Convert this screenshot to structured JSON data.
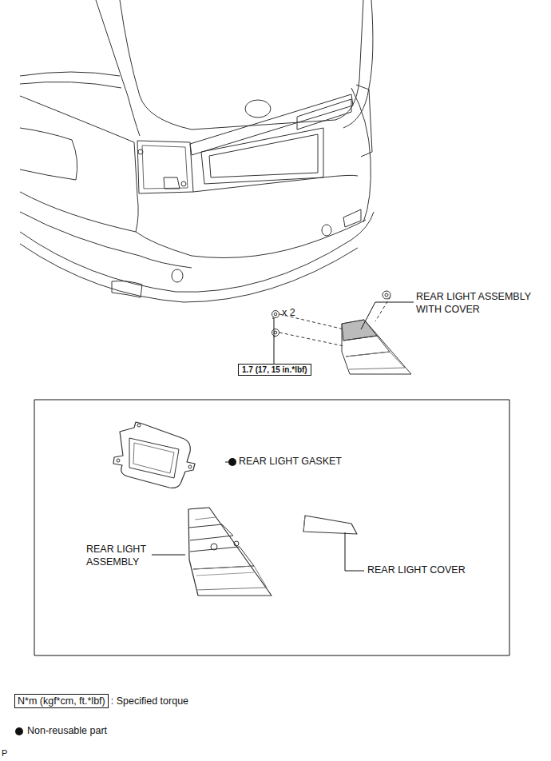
{
  "diagram": {
    "nodes": [
      {
        "text": [
          "1.7 (17, 15 in.*lbf)"
        ]
      },
      {
        "text": [
          "N*m (kgf*cm, ft.*lbf)"
        ]
      }
    ],
    "labels": [
      "REAR LIGHT ASSEMBLY WITH COVER",
      "x 2",
      "REAR LIGHT GASKET",
      "REAR LIGHT ASSEMBLY",
      "REAR LIGHT COVER",
      "P"
    ],
    "legend": [
      {
        "text": ": Specified torque"
      },
      {
        "text": "Non-reusable part"
      }
    ]
  }
}
